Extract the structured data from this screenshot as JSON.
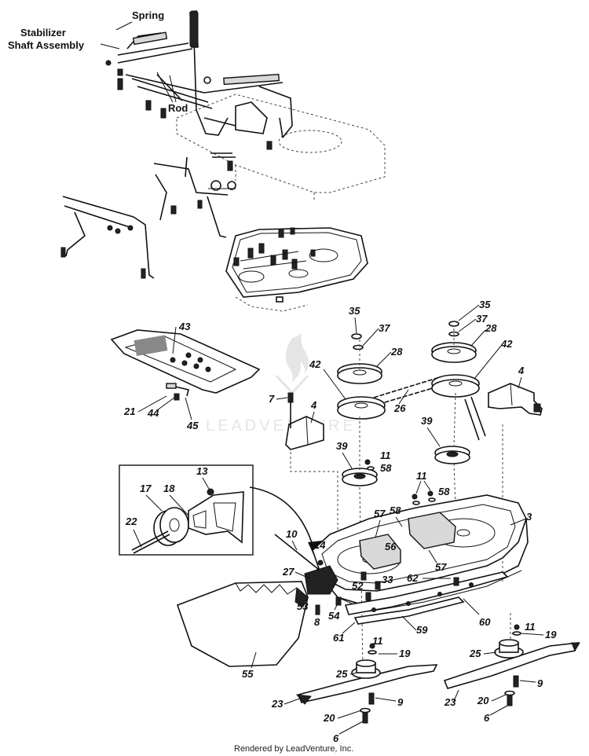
{
  "labels": {
    "spring": "Spring",
    "stabilizer_1": "Stabilizer",
    "stabilizer_2": "Shaft Assembly",
    "rod": "Rod"
  },
  "callouts": {
    "c35a": "35",
    "c37a": "37",
    "c28a": "28",
    "c42a": "42",
    "c26": "26",
    "c35b": "35",
    "c37b": "37",
    "c28b": "28",
    "c42b": "42",
    "c4b": "4",
    "c43": "43",
    "c21": "21",
    "c44": "44",
    "c45": "45",
    "c7": "7",
    "c4a": "4",
    "c39a": "39",
    "c11a": "11",
    "c58a": "58",
    "c39b": "39",
    "c11b": "11",
    "c58b": "58",
    "c13": "13",
    "c17": "17",
    "c18": "18",
    "c22": "22",
    "c10": "10",
    "c14": "14",
    "c57a": "57",
    "c58c": "58",
    "c56": "56",
    "c57b": "57",
    "c3": "3",
    "c27": "27",
    "c52": "52",
    "c33": "33",
    "c62": "62",
    "c53": "53",
    "c8": "8",
    "c54": "54",
    "c61": "61",
    "c59": "59",
    "c60": "60",
    "c11c": "11",
    "c19a": "19",
    "c25a": "25",
    "c55": "55",
    "c23a": "23",
    "c9a": "9",
    "c20a": "20",
    "c6a": "6",
    "c11d": "11",
    "c19b": "19",
    "c25b": "25",
    "c9b": "9",
    "c23b": "23",
    "c20b": "20",
    "c6b": "6"
  },
  "watermark": "LEADVENTURE",
  "footer": "Rendered by LeadVenture, Inc."
}
